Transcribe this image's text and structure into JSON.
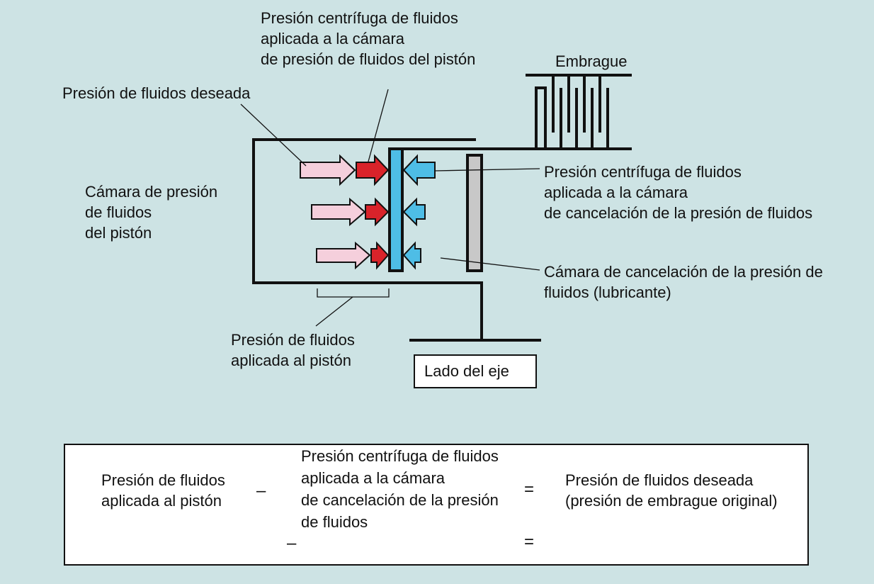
{
  "labels": {
    "centrifugal_piston": "Presión centrífuga de fluidos\naplicada a la cámara\nde presión de fluidos del pistón",
    "clutch": "Embrague",
    "desired": "Presión de fluidos deseada",
    "piston_chamber": "Cámara de presión\nde fluidos\ndel pistón",
    "centrifugal_cancel": "Presión centrífuga de fluidos\naplicada a la cámara\nde cancelación de la presión de fluidos",
    "cancel_chamber": "Cámara de cancelación de la presión de\nfluidos (lubricante)",
    "applied_piston": "Presión de fluidos\naplicada al pistón",
    "shaft_side": "Lado del eje"
  },
  "equation": {
    "term1": "Presión de fluidos\naplicada al pistón",
    "minus": "–",
    "term2": "Presión centrífuga de fluidos\naplicada a la cámara\nde cancelación de la presión\nde fluidos",
    "equals": "=",
    "result": "Presión de fluidos deseada\n(presión de embrague original)",
    "minus2": "–",
    "equals2": "="
  },
  "colors": {
    "background": "#cde3e4",
    "pink_arrow": "#f5cfdc",
    "red_arrow": "#d9232a",
    "blue_arrow": "#4ebde6",
    "piston": "#4ebde6",
    "cancel_plate": "#c8c8c8",
    "line": "#111111"
  }
}
